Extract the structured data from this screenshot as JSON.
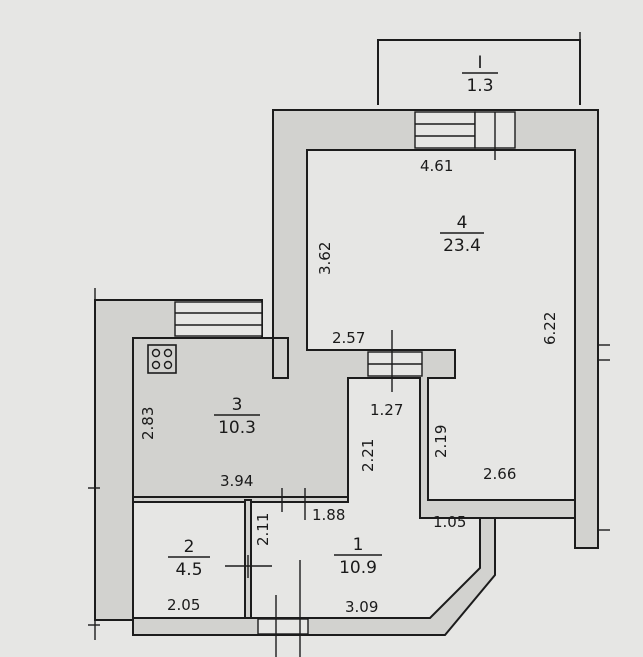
{
  "rooms": {
    "loggia": {
      "number": "I",
      "area": "1.3"
    },
    "living": {
      "number": "4",
      "area": "23.4"
    },
    "kitchen": {
      "number": "3",
      "area": "10.3"
    },
    "bathroom": {
      "number": "2",
      "area": "4.5"
    },
    "hall": {
      "number": "1",
      "area": "10.9"
    }
  },
  "dimensions": {
    "living_width": "4.61",
    "living_left": "3.62",
    "living_right": "6.22",
    "living_inner": "2.57",
    "corridor": "1.27",
    "living_lower": "2.19",
    "living_bottom": "2.66",
    "kitchen_height": "2.83",
    "kitchen_width": "3.94",
    "kitchen_right": "2.21",
    "hall_top": "1.88",
    "hall_corner": "1.05",
    "bath_height": "2.11",
    "bath_width": "2.05",
    "hall_bottom": "3.09"
  },
  "icons": {
    "stove": "stove-icon"
  }
}
